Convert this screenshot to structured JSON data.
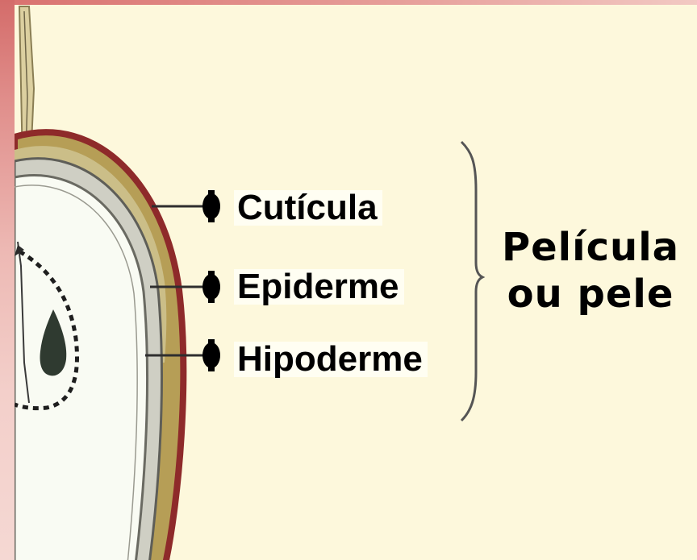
{
  "labels": {
    "cuticula": "Cutícula",
    "epiderme": "Epiderme",
    "hipoderme": "Hipoderme"
  },
  "group": {
    "line1": "Película",
    "line2": "ou pele"
  },
  "colors": {
    "background": "#FDF8DC",
    "cuticle_red": "#8E2A2A",
    "hypoderm_olive": "#B69E56",
    "interior": "#F9FBF3",
    "text": "#000000"
  }
}
